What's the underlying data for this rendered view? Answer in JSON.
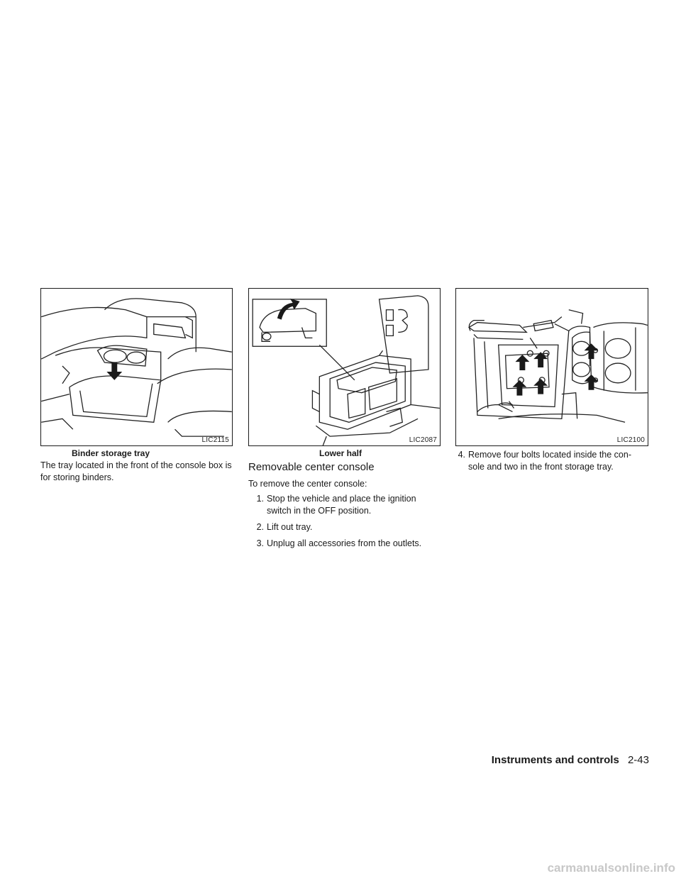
{
  "figures": [
    {
      "code": "LIC2115",
      "caption": "Binder storage tray"
    },
    {
      "code": "LIC2087",
      "caption": "Lower half"
    },
    {
      "code": "LIC2100",
      "caption": ""
    }
  ],
  "col1": {
    "body": "The tray located in the front of the console box is for storing binders."
  },
  "col2": {
    "heading": "Removable center console",
    "intro": "To remove the center console:",
    "steps": [
      {
        "num": "1.",
        "text": "Stop the vehicle and place the ignition switch in the OFF position."
      },
      {
        "num": "2.",
        "text": "Lift out tray."
      },
      {
        "num": "3.",
        "text": "Unplug all accessories from the outlets."
      }
    ]
  },
  "col3": {
    "steps": [
      {
        "num": "4.",
        "text": "Remove four bolts located inside the con- sole and two in the front storage tray."
      }
    ]
  },
  "footer": {
    "section": "Instruments and controls",
    "page": "2-43"
  },
  "watermark": "carmanualsonline.info"
}
